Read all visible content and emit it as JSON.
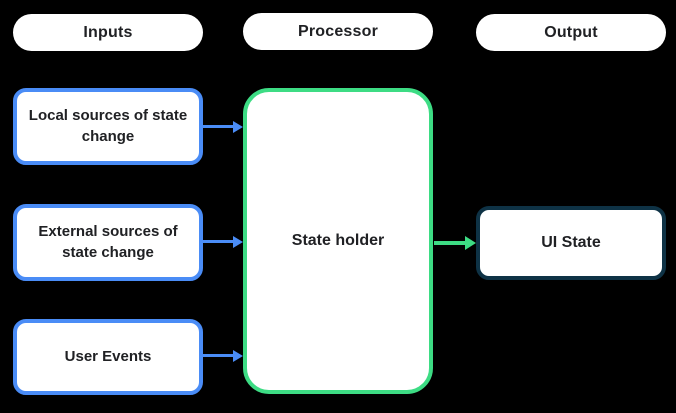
{
  "headers": {
    "inputs": "Inputs",
    "processor": "Processor",
    "output": "Output"
  },
  "nodes": {
    "local_sources": {
      "label": "Local sources of state\nchange"
    },
    "external_sources": {
      "label": "External sources of\nstate change"
    },
    "user_events": {
      "label": "User Events"
    },
    "state_holder": {
      "label": "State holder"
    },
    "ui_state": {
      "label": "UI State"
    }
  },
  "edges": [
    {
      "from": "local_sources",
      "to": "state_holder",
      "color": "blue"
    },
    {
      "from": "external_sources",
      "to": "state_holder",
      "color": "blue"
    },
    {
      "from": "user_events",
      "to": "state_holder",
      "color": "blue"
    },
    {
      "from": "state_holder",
      "to": "ui_state",
      "color": "green"
    }
  ],
  "colors": {
    "background": "#000000",
    "node_fill": "#ffffff",
    "text": "#202124",
    "input_border_blue": "#4a8cf6",
    "processor_border_green": "#3ddc84",
    "output_border_navy": "#0e3245",
    "arrow_blue": "#4a8cf6",
    "arrow_green": "#3ddc84"
  }
}
